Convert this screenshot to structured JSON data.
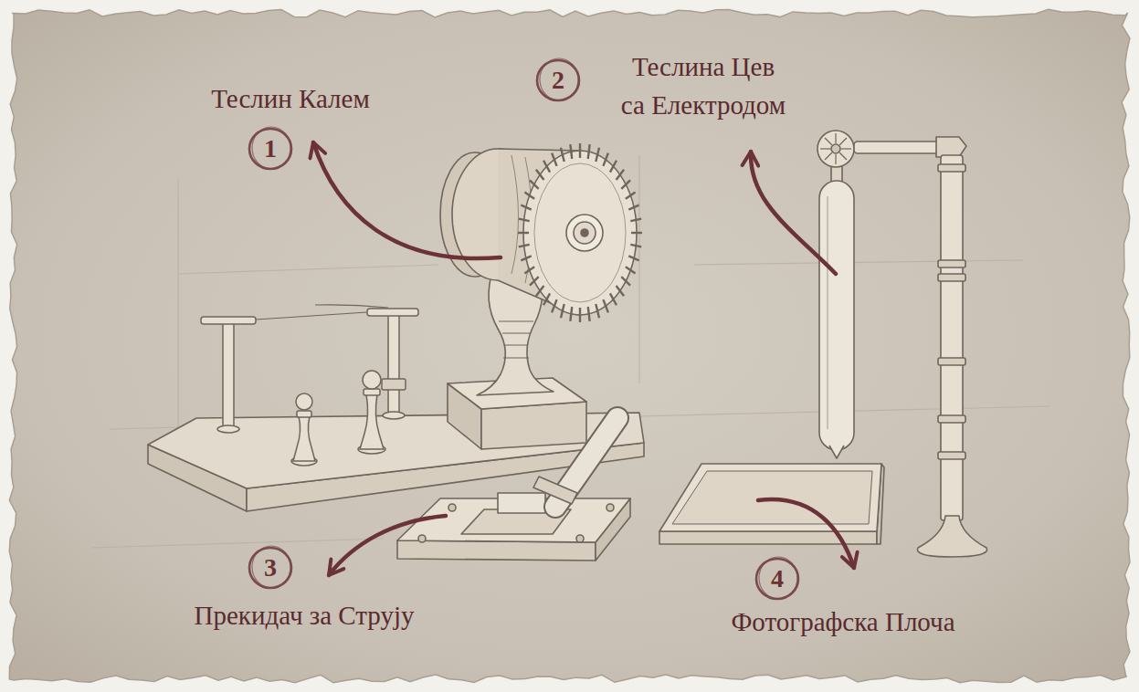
{
  "diagram": {
    "nodes": [
      {
        "text": [
          "1"
        ]
      },
      {
        "text": [
          "2"
        ]
      },
      {
        "text": [
          "3"
        ]
      },
      {
        "text": [
          "4"
        ]
      }
    ],
    "labels": [
      "Теслин Калем",
      "Теслина Цев са Електродом",
      "Прекидач за Струју",
      "Фотографска Плоча"
    ]
  }
}
